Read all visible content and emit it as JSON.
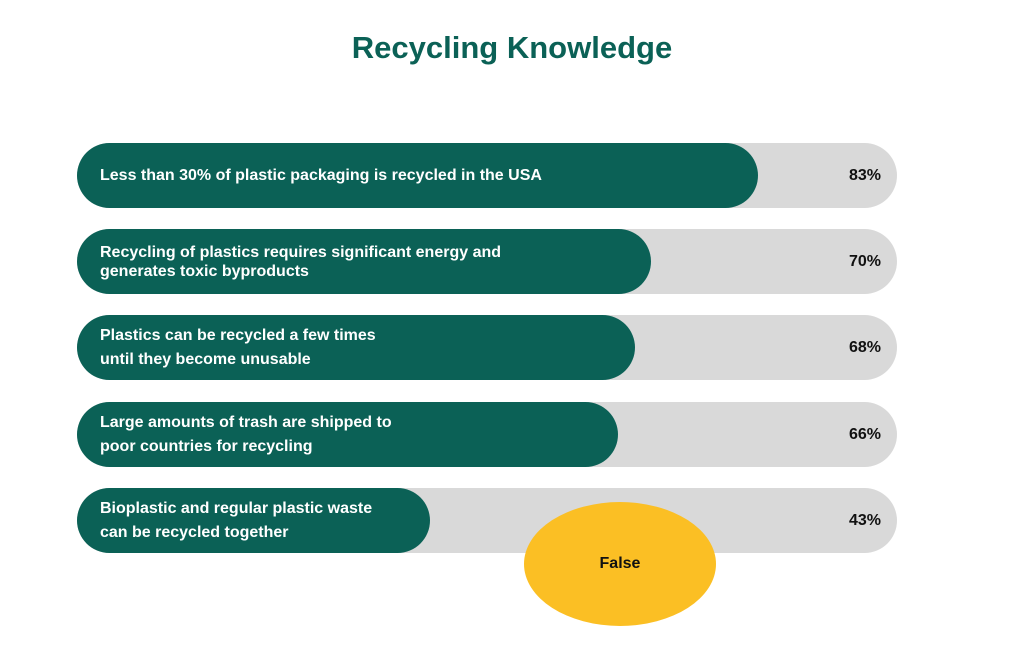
{
  "chart_data": {
    "type": "bar",
    "orientation": "horizontal",
    "title": "Recycling Knowledge",
    "unit": "%",
    "xlim": [
      0,
      100
    ],
    "categories": [
      [
        "Less than 30% of plastic packaging is recycled in the USA"
      ],
      [
        "Recycling of plastics requires significant energy and",
        "generates toxic byproducts"
      ],
      [
        "Plastics can be recycled a few times",
        "until they become unusable"
      ],
      [
        "Large amounts of trash are shipped to",
        "poor countries for recycling"
      ],
      [
        "Bioplastic and regular plastic waste",
        "can be recycled together"
      ]
    ],
    "values": [
      83,
      70,
      68,
      66,
      43
    ],
    "value_labels": [
      "83%",
      "70%",
      "68%",
      "66%",
      "43%"
    ],
    "annotation": "False",
    "colors": {
      "fill": "#0b6156",
      "track": "#d9d9d9",
      "annotation": "#fbbf24",
      "title": "#0b6156"
    }
  }
}
